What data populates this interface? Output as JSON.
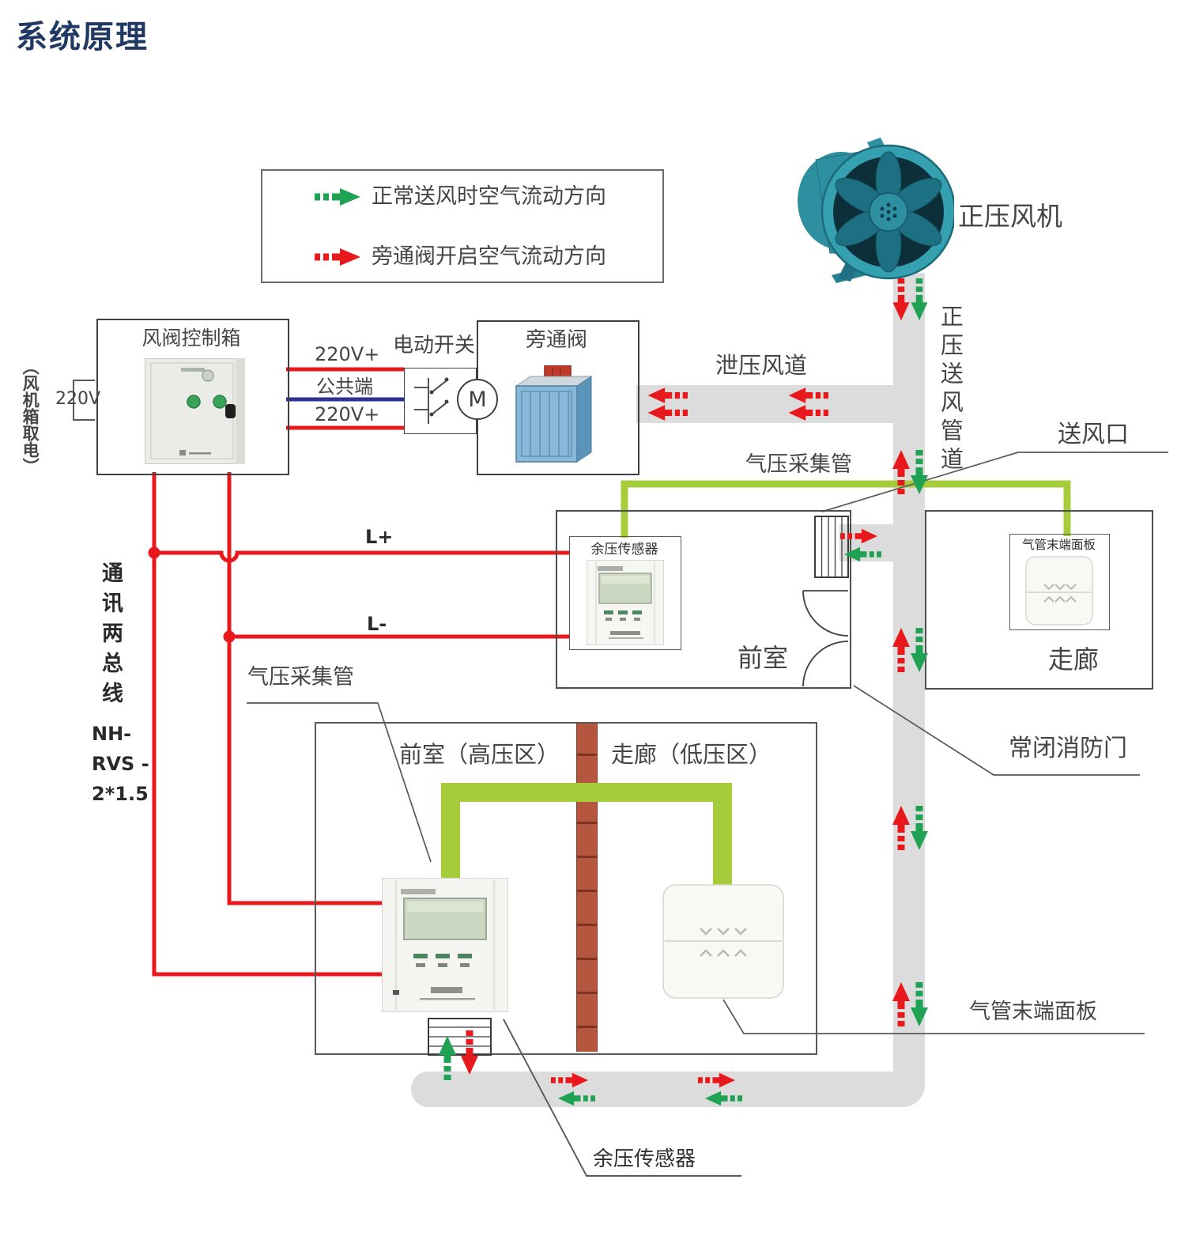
{
  "title": "系统原理",
  "legend": {
    "items": [
      {
        "name": "normal-flow",
        "label": "正常送风时空气流动方向",
        "color": "#1fa254"
      },
      {
        "name": "bypass-flow",
        "label": "旁通阀开启空气流动方向",
        "color": "#e8191c"
      }
    ]
  },
  "equipment": {
    "fan": "正压风机",
    "damper_control_box": "风阀控制箱",
    "electric_switch": "电动开关",
    "motor_symbol": "M",
    "bypass_valve": "旁通阀",
    "pressure_sensor_front_room": "余压传感器",
    "terminal_panel_corridor": "气管末端面板",
    "pressure_sensor_zone": "余压传感器",
    "terminal_panel_zone": "气管末端面板"
  },
  "ducts": {
    "vertical_supply_duct": "正压送风管道",
    "relief_duct": "泄压风道",
    "supply_outlet": "送风口",
    "pressure_pipe_upper": "气压采集管",
    "pressure_pipe_lower": "气压采集管"
  },
  "rooms": {
    "front_room": "前室",
    "corridor": "走廊",
    "front_room_high_pressure": "前室（高压区）",
    "corridor_low_pressure": "走廊（低压区）",
    "fire_door": "常闭消防门"
  },
  "wiring": {
    "power_source_note": "（风机箱取电）",
    "power_voltage": "220V",
    "line_220v_top": "220V+",
    "line_common": "公共端",
    "line_220v_bottom": "220V+",
    "comm_bus_note": "通讯两总线",
    "cable_spec_line1": "NH-",
    "cable_spec_line2": "RVS -",
    "cable_spec_line3": "2*1.5",
    "l_plus": "L+",
    "l_minus": "L-"
  },
  "colors": {
    "normal_flow_green": "#1fa254",
    "bypass_flow_red": "#e8191c",
    "duct_gray": "#dcdcdc",
    "pressure_pipe_green": "#a5cc3b",
    "power_wire_red": "#e8191c",
    "common_wire_blue": "#2e3192",
    "title_navy": "#1f3864",
    "fan_teal": "#2d8fa0",
    "brick_brown": "#b4573e"
  }
}
